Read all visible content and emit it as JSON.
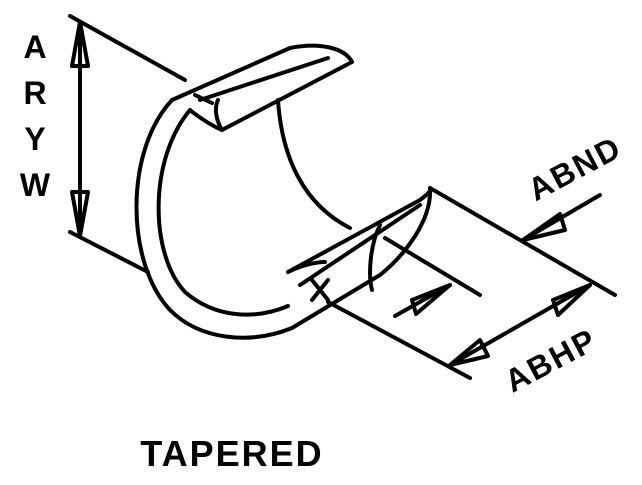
{
  "figure": {
    "part_style_label": "TAPERED",
    "dimensions": {
      "vertical": [
        "A",
        "R",
        "Y",
        "W"
      ],
      "thickness": "ABND",
      "length": "ABHP"
    },
    "ink_color": "#000000",
    "background_color": "#ffffff"
  }
}
